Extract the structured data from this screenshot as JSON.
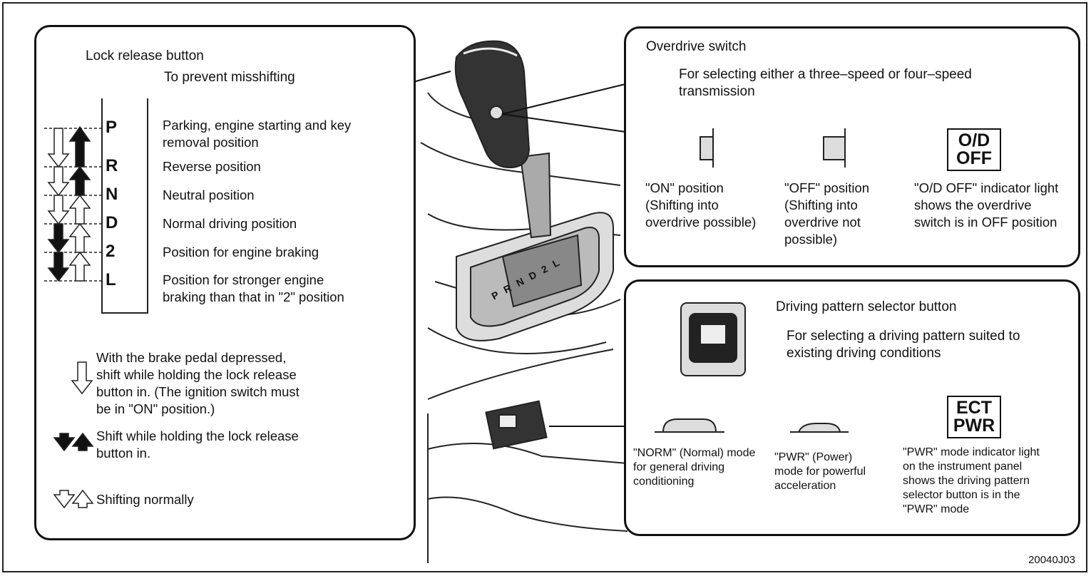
{
  "left": {
    "lock_release_title": "Lock release button",
    "lock_release_sub": "To prevent misshifting",
    "gears": [
      {
        "letter": "P",
        "desc": "Parking, engine starting and key removal position"
      },
      {
        "letter": "R",
        "desc": "Reverse position"
      },
      {
        "letter": "N",
        "desc": "Neutral position"
      },
      {
        "letter": "D",
        "desc": "Normal driving position"
      },
      {
        "letter": "2",
        "desc": "Position for engine braking"
      },
      {
        "letter": "L",
        "desc": "Position for stronger engine braking than that in \"2\" position"
      }
    ],
    "legend": [
      {
        "icon": "outline-down-arrow-icon",
        "text": "With the brake pedal depressed, shift while holding the lock release button in. (The ignition switch must be in \"ON\" position.)"
      },
      {
        "icon": "solid-arrows-icon",
        "text": "Shift while holding the lock release button in."
      },
      {
        "icon": "hollow-arrows-icon",
        "text": "Shifting normally"
      }
    ]
  },
  "overdrive": {
    "title": "Overdrive switch",
    "subtitle": "For selecting either a three–speed or four–speed transmission",
    "on_text": "\"ON\" position (Shifting into overdrive possible)",
    "off_text": "\"OFF\" position (Shifting into overdrive not possible)",
    "indicator_label_1": "O/D",
    "indicator_label_2": "OFF",
    "indicator_text": "\"O/D OFF\" indicator light shows the overdrive switch is in OFF position"
  },
  "pattern": {
    "title": "Driving pattern selector button",
    "subtitle": "For selecting a driving pattern suited to existing driving conditions",
    "norm_text": "\"NORM\" (Normal) mode for general driving conditioning",
    "pwr_text": "\"PWR\" (Power) mode for powerful acceleration",
    "indicator_label_1": "ECT",
    "indicator_label_2": "PWR",
    "indicator_text": "\"PWR\" mode indicator light on the instrument panel shows the driving pattern selector button is in the \"PWR\" mode"
  },
  "gate_letters": "P R N D 2 L",
  "figure_code": "20040J03"
}
